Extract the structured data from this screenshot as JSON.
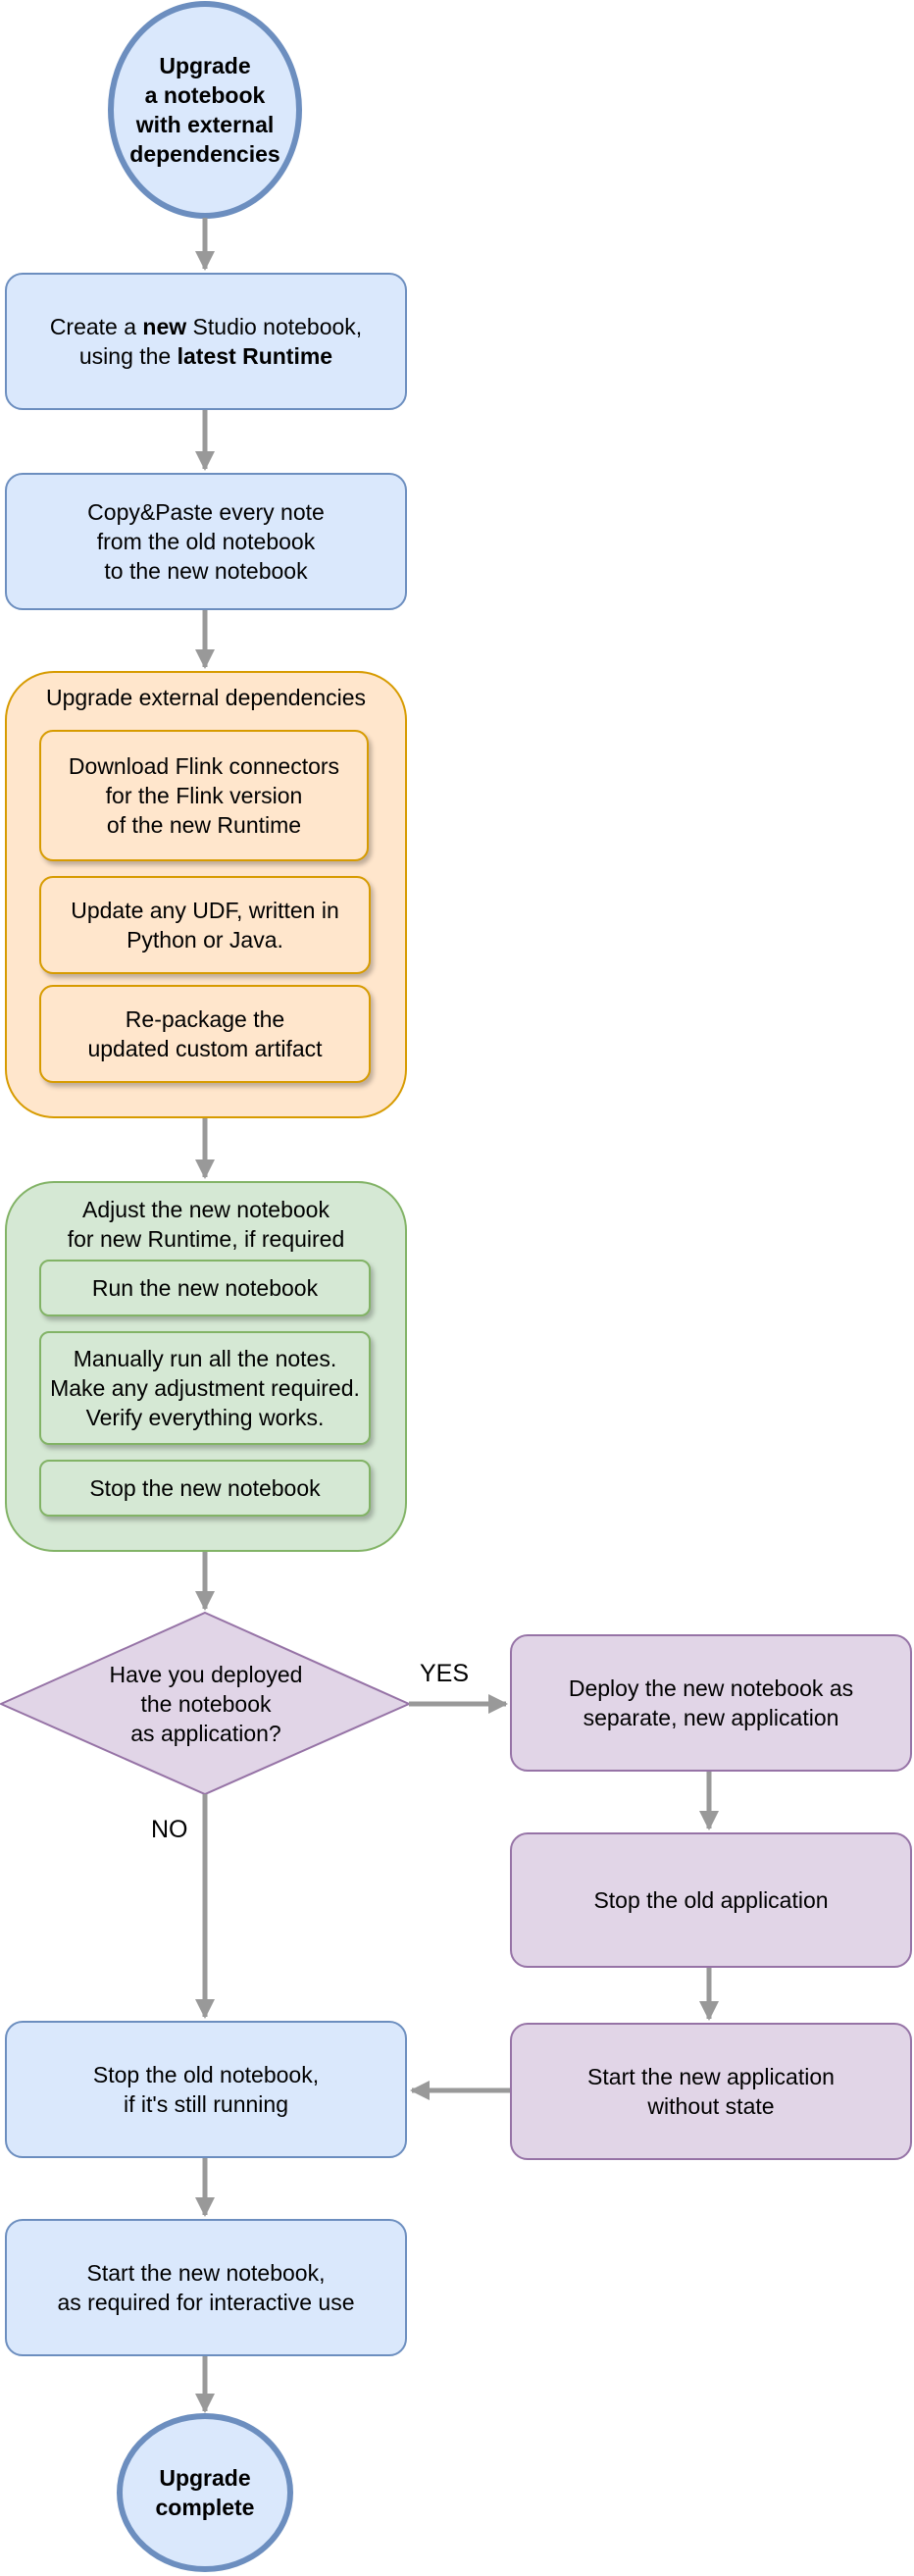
{
  "start": {
    "label": "Upgrade\na notebook\nwith external\ndependencies"
  },
  "step_create": {
    "pre": "Create a ",
    "b1": "new",
    "mid": " Studio notebook,\nusing the ",
    "b2": "latest Runtime"
  },
  "step_copy": {
    "label": "Copy&Paste every note\nfrom the old notebook\nto the new notebook"
  },
  "group_dependencies": {
    "title": "Upgrade external dependencies",
    "items": [
      "Download Flink connectors\nfor the Flink version\nof the new Runtime",
      "Update any UDF, written in\nPython or Java.",
      "Re-package the\nupdated custom artifact"
    ]
  },
  "group_adjust": {
    "title": "Adjust the new notebook\nfor new Runtime, if required",
    "items": [
      "Run the new notebook",
      "Manually run all the notes.\nMake any adjustment required.\nVerify everything works.",
      "Stop the new notebook"
    ]
  },
  "decision": {
    "label": "Have you deployed\nthe notebook\nas application?"
  },
  "edge_labels": {
    "yes": "YES",
    "no": "NO"
  },
  "app_steps": {
    "deploy": "Deploy the new notebook as\nseparate, new application",
    "stop_old_app": "Stop the old application",
    "start_new_app": "Start the new application\nwithout state"
  },
  "step_stop_old_notebook": {
    "label": "Stop the old notebook,\nif it's still running"
  },
  "step_start_new_notebook": {
    "label": "Start the new notebook,\nas required for interactive use"
  },
  "end": {
    "label": "Upgrade\ncomplete"
  },
  "colors": {
    "blue_fill": "#dae8fc",
    "blue_stroke": "#6c8ebf",
    "orange_fill": "#ffe6cc",
    "orange_stroke": "#d79b00",
    "green_fill": "#d5e8d4",
    "green_stroke": "#82b366",
    "purple_fill": "#e1d5e7",
    "purple_stroke": "#9673a6",
    "arrow": "#999999"
  }
}
